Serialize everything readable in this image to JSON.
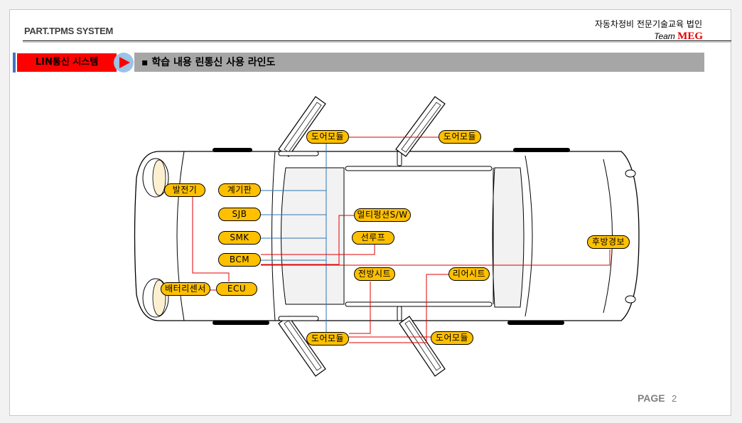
{
  "header": {
    "left_title": "PART.TPMS SYSTEM",
    "org": "자동차정비 전문기술교육 법인",
    "team_prefix": "Team",
    "team_name": "MEG"
  },
  "section": {
    "label": "LIN통신 시스템",
    "title": "▪ 학습 내용 린통신 사용 라인도"
  },
  "modules": {
    "door_front_left": "도어모듈",
    "door_rear_left": "도어모듈",
    "door_front_right": "도어모듈",
    "door_rear_right": "도어모듈",
    "generator": "발전기",
    "cluster": "계기판",
    "sjb": "SJB",
    "smk": "SMK",
    "bcm": "BCM",
    "ecu": "ECU",
    "battery_sensor": "배터리센서",
    "multifunction_sw": "멀티펑션S/W",
    "sunroof": "선루프",
    "front_seat": "전방시트",
    "rear_seat": "리어시트",
    "rear_warning": "후방경보"
  },
  "colors": {
    "module_fill": "#ffc000",
    "lin_red": "#e00000",
    "lin_blue": "#2e75b6",
    "title_bar": "#a6a6a6",
    "section_red": "#ff0000"
  },
  "footer": {
    "page_label": "PAGE",
    "page_number": "2"
  }
}
